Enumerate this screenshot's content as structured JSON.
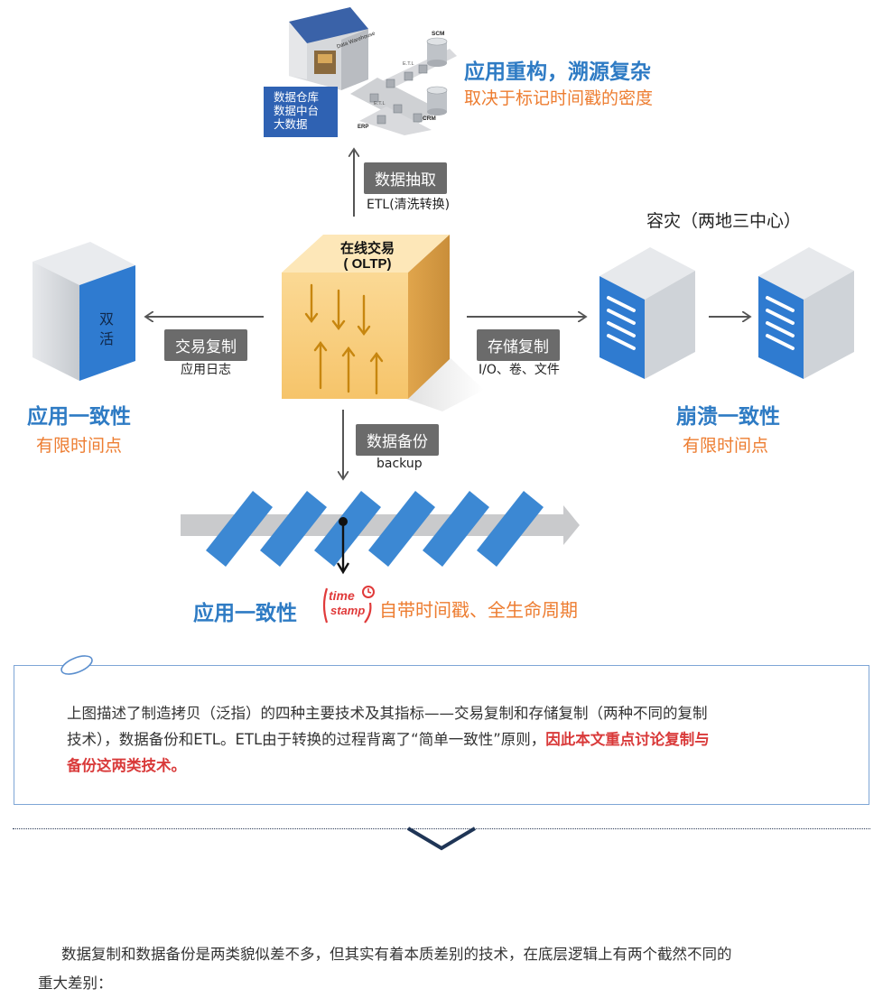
{
  "top": {
    "warehouse_sign": "Data Warehouse",
    "nodes": {
      "scm": "SCM",
      "crm": "CRM",
      "erp": "ERP",
      "etl1": "E.T.L",
      "etl2": "E.T.L"
    },
    "box_lines": [
      "数据仓库",
      "数据中台",
      "大数据"
    ],
    "title": "应用重构，溯源复杂",
    "subtitle": "取决于标记时间戳的密度"
  },
  "extract": {
    "label": "数据抽取",
    "sub": "ETL(清洗转换)"
  },
  "center": {
    "title_line1": "在线交易",
    "title_line2": "( OLTP)"
  },
  "left": {
    "server_text": "双\n活",
    "arrow_label": "交易复制",
    "arrow_sub": "应用日志",
    "title": "应用一致性",
    "subtitle": "有限时间点"
  },
  "right": {
    "heading": "容灾（两地三中心）",
    "arrow_label": "存储复制",
    "arrow_sub": "I/O、卷、文件",
    "title": "崩溃一致性",
    "subtitle": "有限时间点"
  },
  "bottom": {
    "arrow_label": "数据备份",
    "arrow_sub": "backup",
    "title": "应用一致性",
    "stamp_line1": "time",
    "stamp_line2": "stamp",
    "stamp_text": "自带时间戳、全生命周期"
  },
  "note": {
    "text_plain": "上图描述了制造拷贝（泛指）的四种主要技术及其指标——交易复制和存储复制（两种不同的复制技术），数据备份和ETL。ETL由于转换的过程背离了“简单一致性”原则，",
    "text_highlight": "因此本文重点讨论复制与备份这两类技术。",
    "line1": "上图描述了制造拷贝（泛指）的四种主要技术及其指标——交易复制和存储复制（两种不同的复制",
    "line2": "技术），数据备份和ETL。ETL由于转换的过程背离了“简单一致性”原则，",
    "line2_hl": "因此本文重点讨论复制与",
    "line3_hl": "备份这两类技术。"
  },
  "paragraph": {
    "line1": "数据复制和数据备份是两类貌似差不多，但其实有着本质差别的技术，在底层逻辑上有两个截然不同的",
    "line2": "重大差别："
  },
  "colors": {
    "blue": "#2e7bc4",
    "orange": "#ed7d31",
    "gray": "#6b6b6b",
    "red": "#d93a3a",
    "cube": "#f7c977"
  }
}
